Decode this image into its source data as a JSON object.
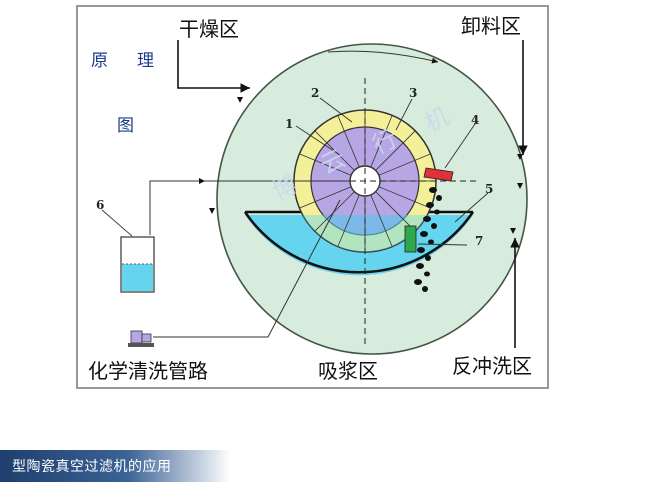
{
  "labels": {
    "drying_zone": "干燥区",
    "discharge_zone": "卸料区",
    "principle_chars": [
      "原",
      "理"
    ],
    "diagram_char": "图",
    "chemical_pipe": "化学清洗管路",
    "suction_zone": "吸浆区",
    "backwash_zone": "反冲洗区"
  },
  "callouts": [
    "1",
    "2",
    "3",
    "4",
    "5",
    "6",
    "7"
  ],
  "watermark": [
    "博",
    "云",
    "行",
    "机"
  ],
  "caption": "型陶瓷真空过滤机的应用",
  "colors": {
    "drum": "#d7ecdc",
    "yellow_ring": "#f4f09a",
    "purple_disk": "#b7a6e4",
    "slurry": "#64d4ef",
    "red_scraper": "#e0303a",
    "green_nozzle": "#2fa84d"
  }
}
